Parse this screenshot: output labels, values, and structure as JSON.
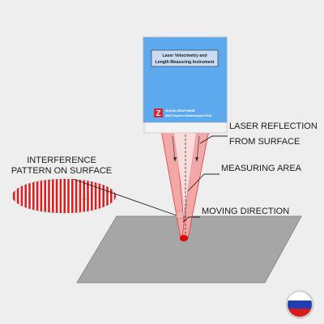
{
  "instrument": {
    "title_line1": "Laser Velocimetry and",
    "title_line2": "Length Measuring Instrument",
    "logo_letter": "Z",
    "company_name": "WUHAN ZENITHWISE",
    "company_tagline": "M&C Expert in Metallurgical Field",
    "colors": {
      "body": "#5da9ee",
      "panel": "#c9dcf3",
      "logo": "#e0202a"
    }
  },
  "labels": {
    "reflection_line1": "LASER REFLECTION",
    "reflection_line2": "FROM SURFACE",
    "measuring_area": "MEASURING AREA",
    "interference_line1": "INTERFERENCE",
    "interference_line2": "PATTERN ON SURFACE",
    "moving_direction": "MOVING DIRECTION"
  },
  "icons": {
    "flag": "russia-flag-icon"
  },
  "colors": {
    "beam": "#f2a0a0",
    "beam_edge": "#d94040",
    "fringe": "#e11b1b",
    "surface": "#a6a6a6"
  }
}
